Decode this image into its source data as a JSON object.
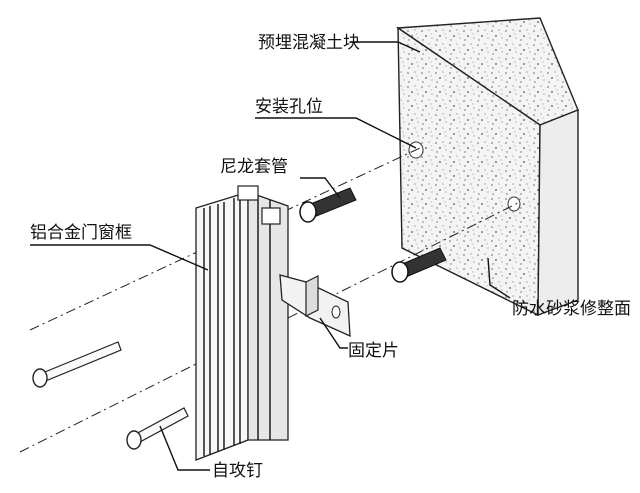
{
  "labels": {
    "embedded_block": "预埋混凝土块",
    "install_hole": "安装孔位",
    "nylon_sleeve": "尼龙套管",
    "frame": "铝合金门窗框",
    "mortar": "防水砂浆修整面",
    "fixing_plate": "固定片",
    "screw": "自攻钉"
  }
}
